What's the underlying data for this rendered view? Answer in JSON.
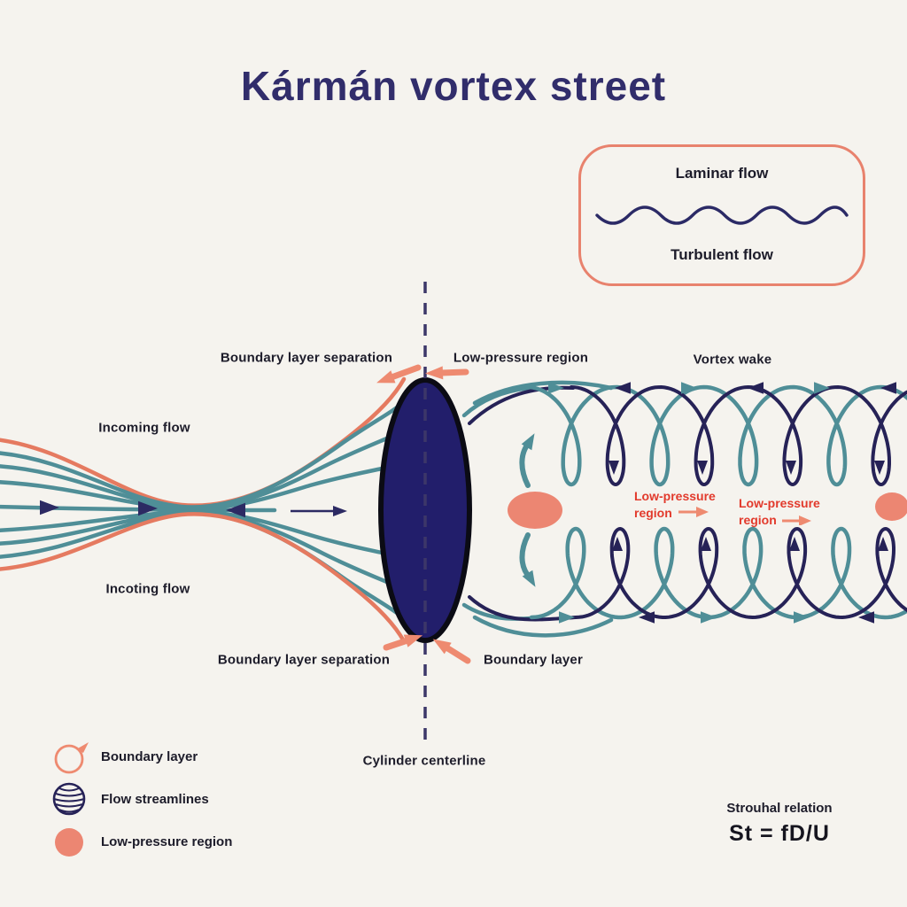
{
  "title": "Kármán vortex street",
  "palette": {
    "background": "#f5f3ee",
    "navy_title": "#312d6b",
    "navy_line": "#262257",
    "navy_arrow": "#2c2a63",
    "teal": "#4f8e97",
    "salmon_line": "#e57a60",
    "salmon_arrow": "#ee8a70",
    "red_text": "#e23a2c",
    "cylinder_fill": "#221e6b",
    "cylinder_stroke": "#0b0b14",
    "text_dark": "#1d1c2a"
  },
  "flow_legend": {
    "laminar": "Laminar flow",
    "turbulent": "Turbulent flow"
  },
  "diagram_labels": {
    "boundary_layer_separation_top": "Boundary layer separation",
    "low_pressure_region_top": "Low-pressure region",
    "vortex_wake": "Vortex wake",
    "incoming_flow": "Incoming flow",
    "incoting_flow": "Incoting flow",
    "boundary_layer_separation_bottom": "Boundary layer separation",
    "boundary_layer_bottom": "Boundary layer",
    "cylinder_centerline": "Cylinder centerline"
  },
  "wake_labels": {
    "line1": "Low-pressure",
    "line2": "region"
  },
  "side_legend": {
    "items": [
      {
        "icon": "boundary-layer-icon",
        "label": "Boundary layer"
      },
      {
        "icon": "flow-streamlines-icon",
        "label": "Flow streamlines"
      },
      {
        "icon": "low-pressure-icon",
        "label": "Low-pressure region"
      }
    ]
  },
  "strouhal": {
    "title": "Strouhal relation",
    "formula": "St = fD/U"
  }
}
